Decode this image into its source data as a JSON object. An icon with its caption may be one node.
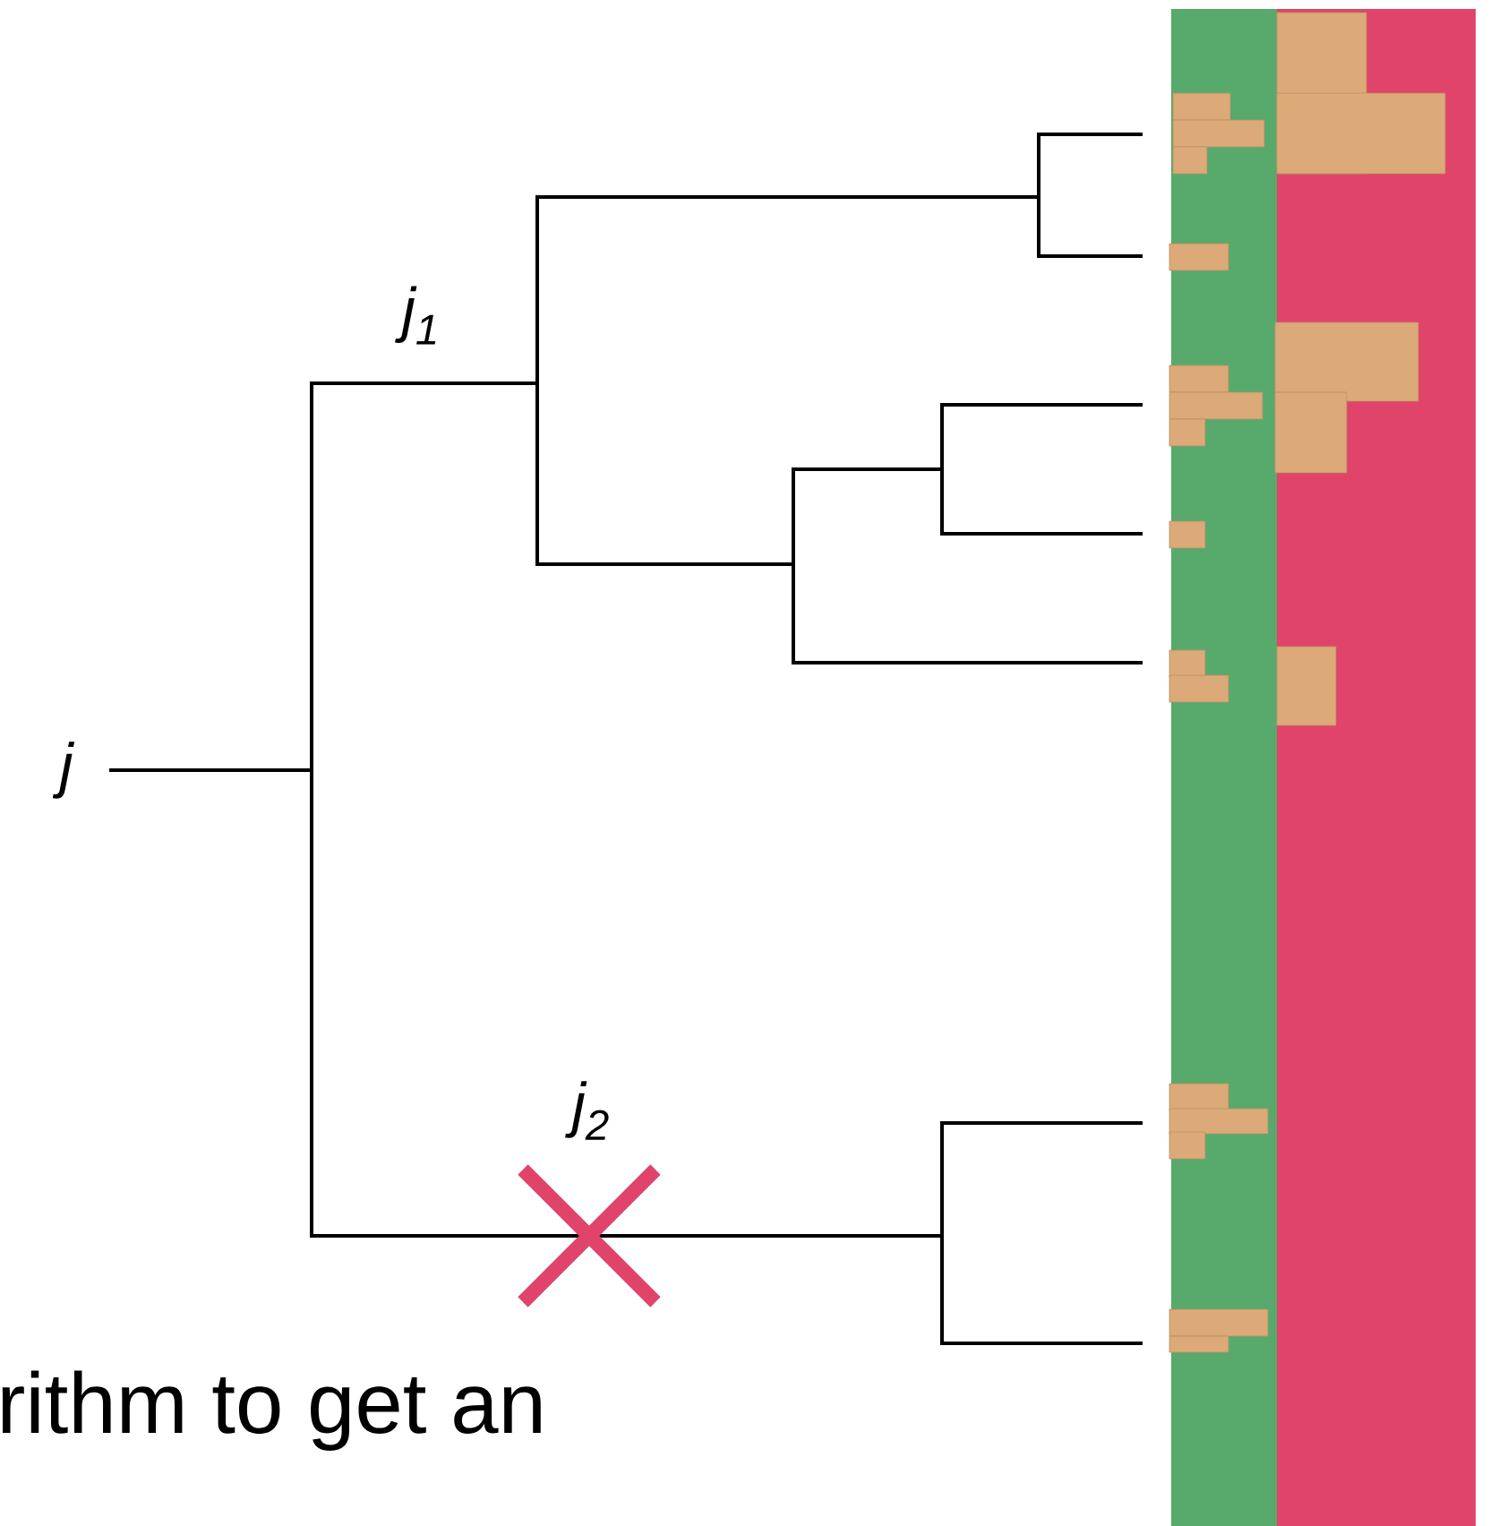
{
  "diagram": {
    "labels": [
      "j",
      "j$_{1}$",
      "j$_{2}$",
      "rithm to get an"
    ]
  }
}
